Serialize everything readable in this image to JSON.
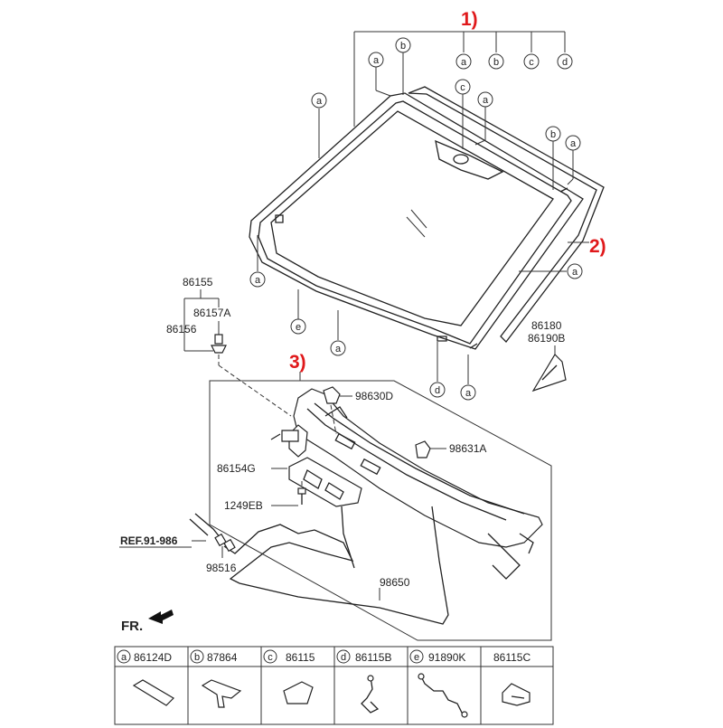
{
  "groups": {
    "g1": "1)",
    "g2": "2)",
    "g3": "3)"
  },
  "callouts": {
    "a": "a",
    "b": "b",
    "c": "c",
    "d": "d",
    "e": "e"
  },
  "parts": {
    "p86155": "86155",
    "p86157A": "86157A",
    "p86156": "86156",
    "p86180": "86180",
    "p86190B": "86190B",
    "p98630D": "98630D",
    "p98631A": "98631A",
    "p86154G": "86154G",
    "p1249EB": "1249EB",
    "ref": "REF.91-986",
    "p98516": "98516",
    "p98650": "98650",
    "fr": "FR."
  },
  "legend": [
    {
      "callout": "a",
      "part": "86124D"
    },
    {
      "callout": "b",
      "part": "87864"
    },
    {
      "callout": "c",
      "part": "86115"
    },
    {
      "callout": "d",
      "part": "86115B"
    },
    {
      "callout": "e",
      "part": "91890K"
    },
    {
      "callout": "",
      "part": "86115C"
    }
  ]
}
